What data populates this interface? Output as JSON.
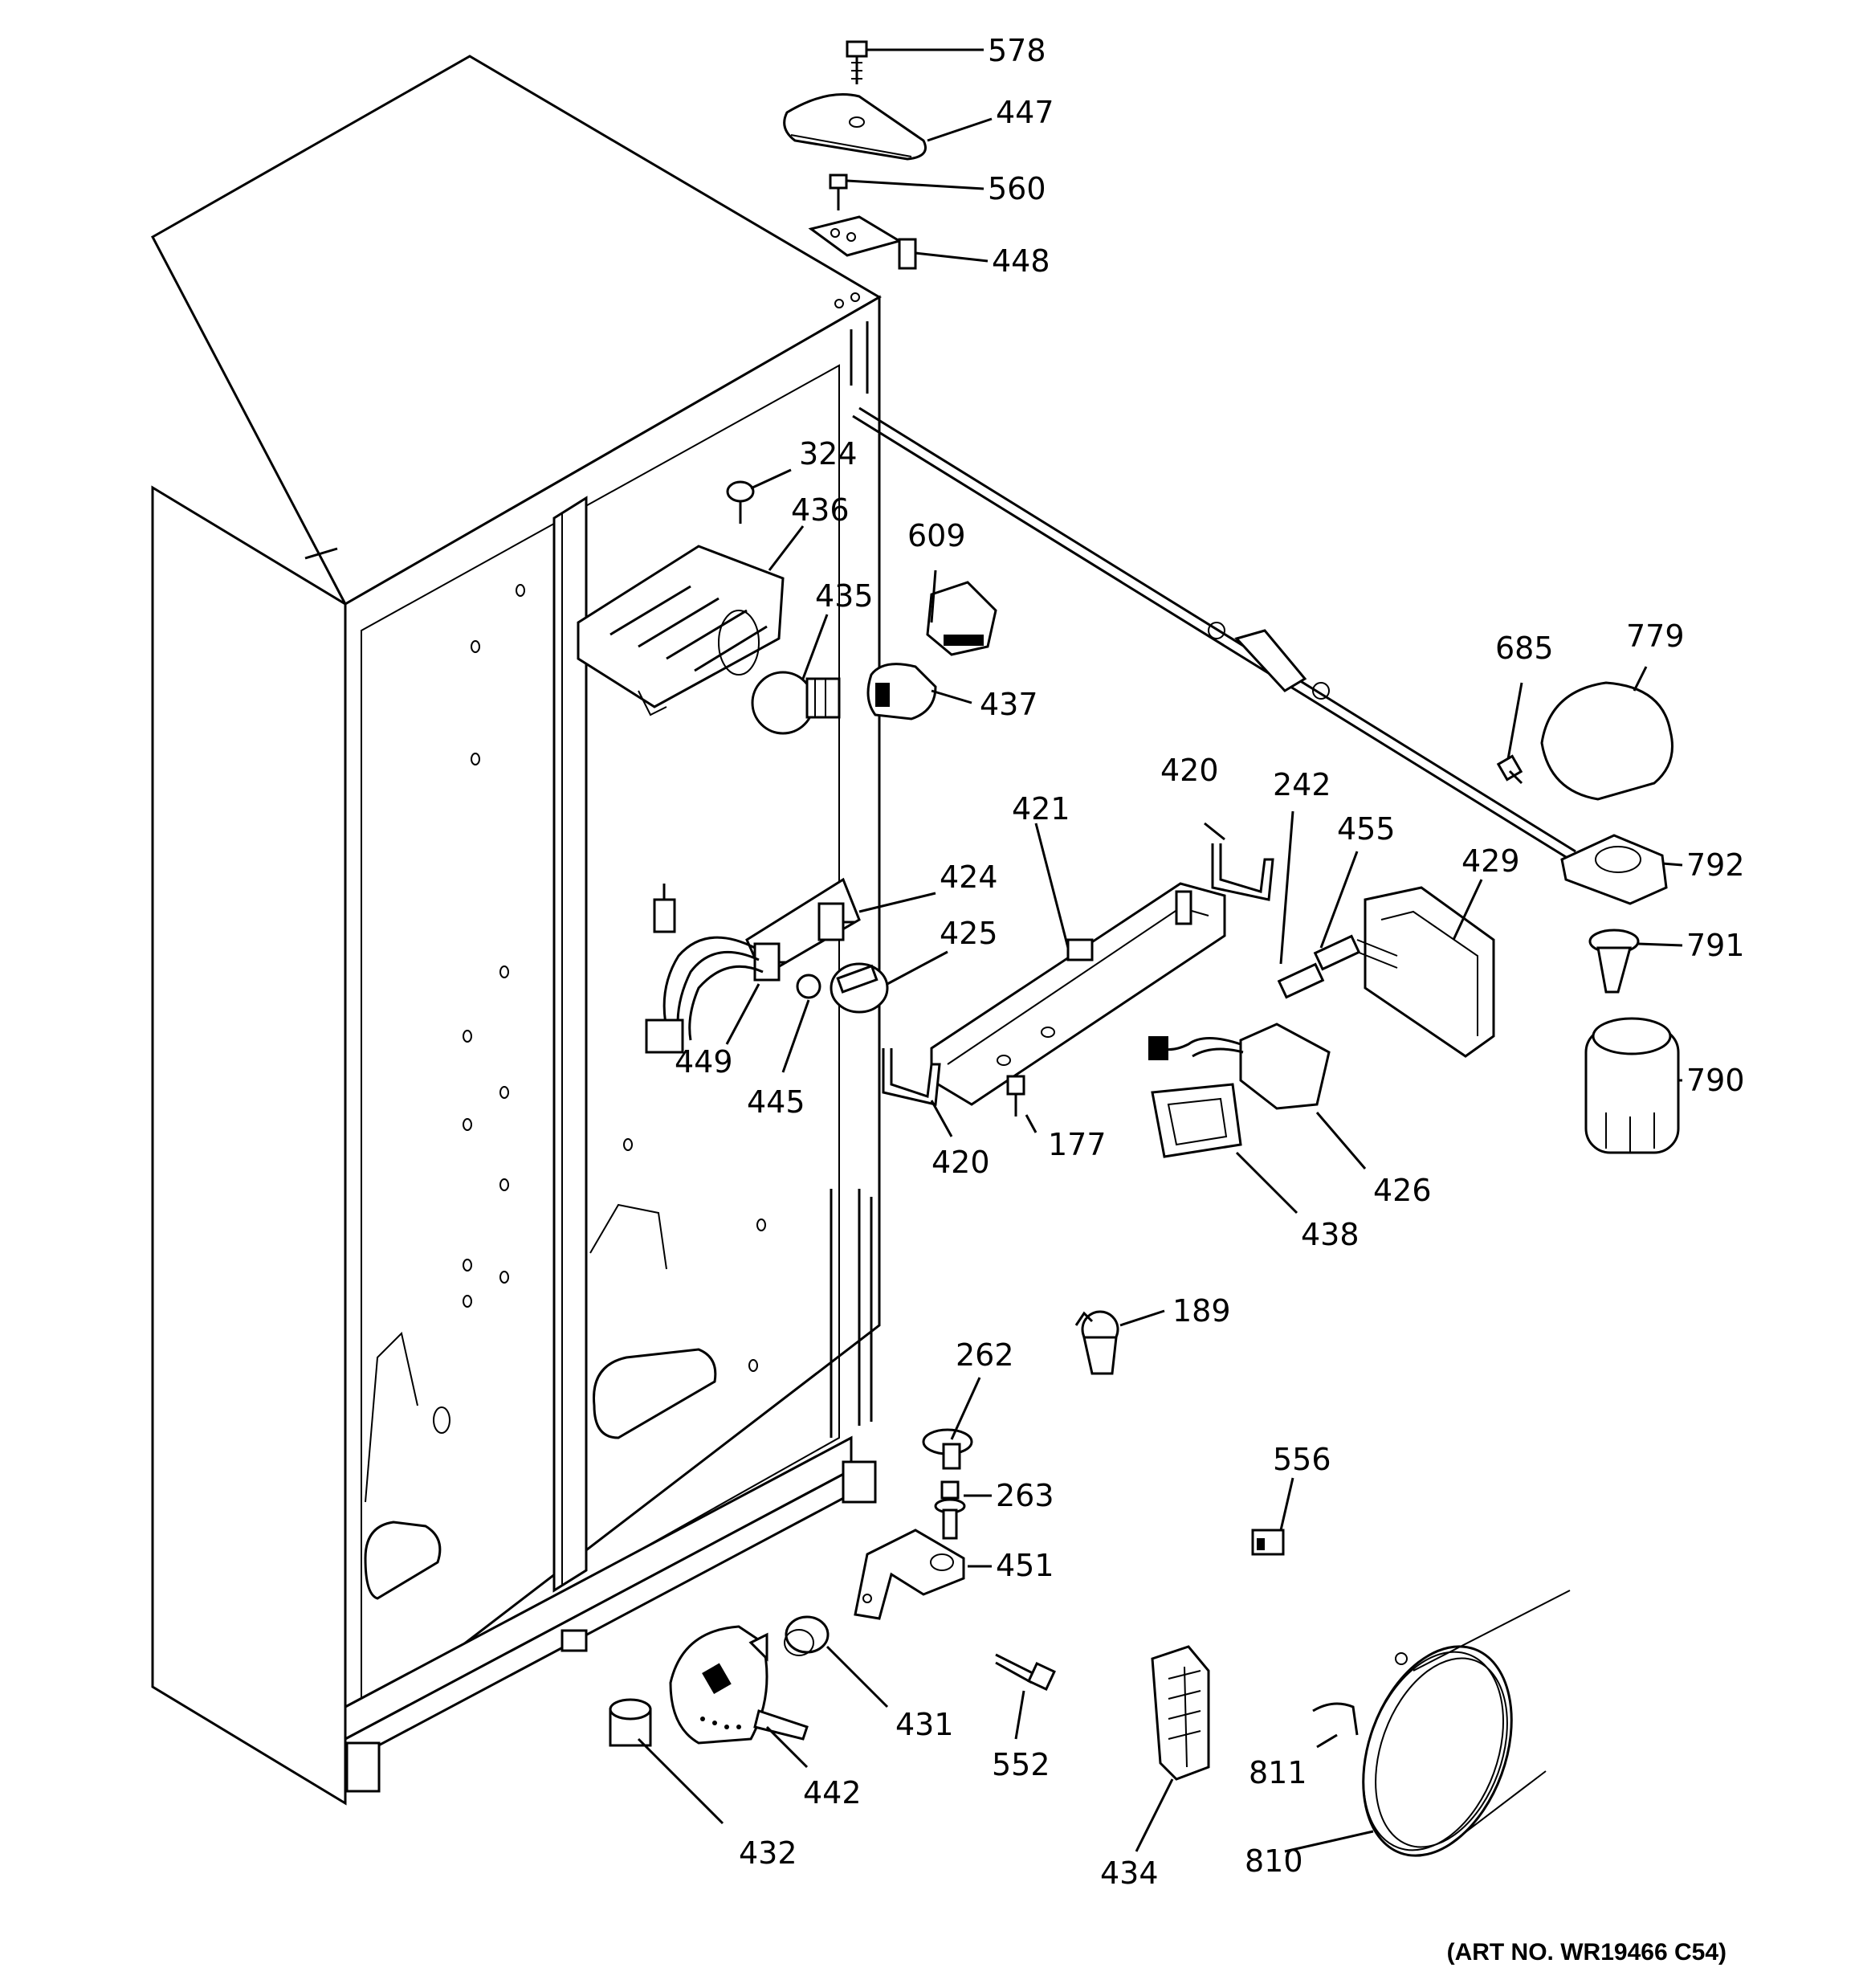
{
  "art_number": "(ART NO. WR19466 C54)",
  "labels": {
    "578": "578",
    "447": "447",
    "560": "560",
    "448": "448",
    "324": "324",
    "436": "436",
    "609": "609",
    "435": "435",
    "437": "437",
    "685": "685",
    "779": "779",
    "792": "792",
    "791": "791",
    "790": "790",
    "420a": "420",
    "242": "242",
    "455": "455",
    "429": "429",
    "421": "421",
    "424": "424",
    "425": "425",
    "449": "449",
    "445": "445",
    "420b": "420",
    "177": "177",
    "426": "426",
    "438": "438",
    "189": "189",
    "262": "262",
    "263": "263",
    "451": "451",
    "556": "556",
    "431": "431",
    "442": "442",
    "432": "432",
    "552": "552",
    "434": "434",
    "811": "811",
    "810": "810"
  }
}
